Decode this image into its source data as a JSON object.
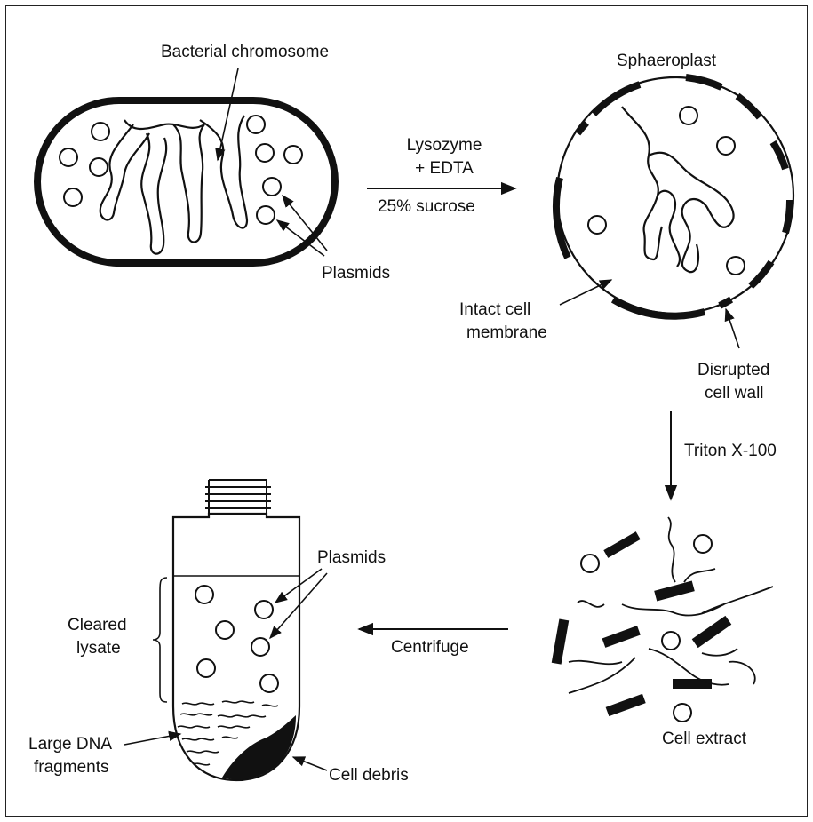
{
  "labels": {
    "bacterial_chromosome": "Bacterial chromosome",
    "sphaeroplast": "Sphaeroplast",
    "lysozyme": "Lysozyme",
    "edta": "+ EDTA",
    "sucrose": "25% sucrose",
    "plasmids_top": "Plasmids",
    "intact_cell": "Intact cell",
    "membrane": "membrane",
    "disrupted": "Disrupted",
    "cell_wall": "cell wall",
    "triton": "Triton X-100",
    "plasmids_tube": "Plasmids",
    "cleared": "Cleared",
    "lysate": "lysate",
    "centrifuge": "Centrifuge",
    "large_dna": "Large DNA",
    "fragments": "fragments",
    "cell_debris": "Cell debris",
    "cell_extract": "Cell extract"
  }
}
